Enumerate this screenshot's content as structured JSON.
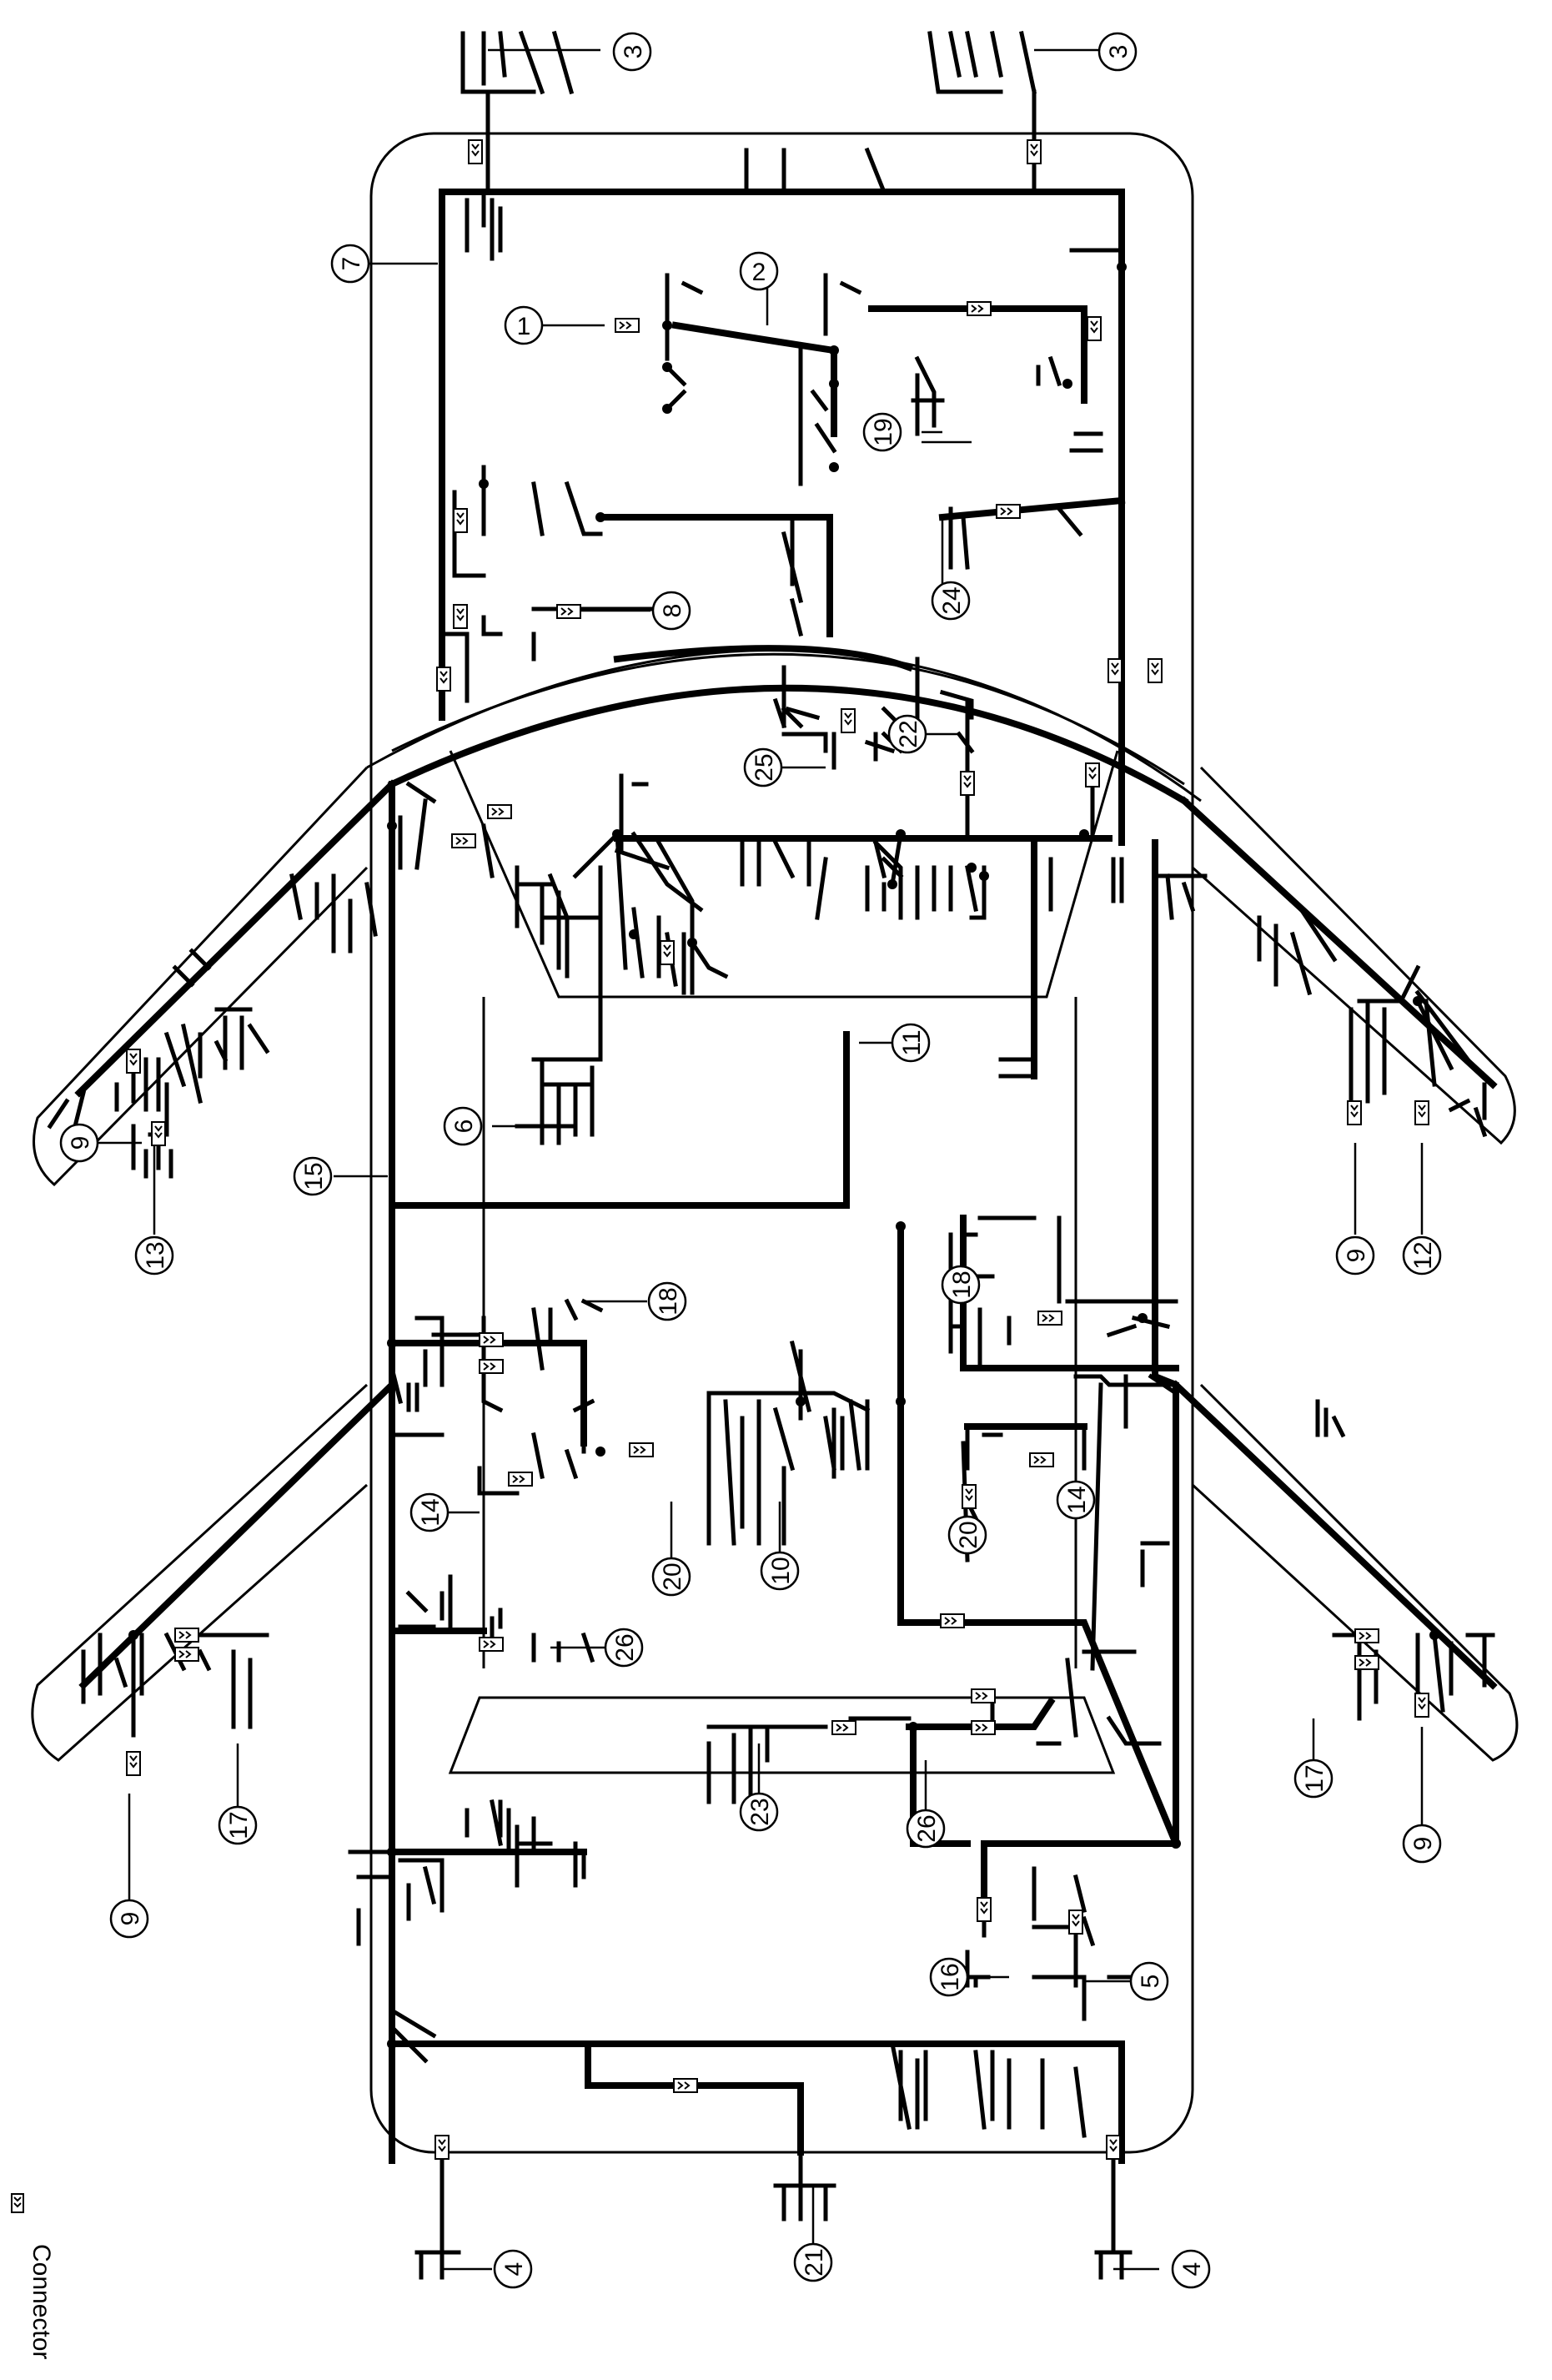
{
  "legend": {
    "connector_label": "Connector"
  },
  "callouts": [
    "1",
    "2",
    "3",
    "3",
    "4",
    "4",
    "5",
    "6",
    "7",
    "8",
    "9",
    "9",
    "9",
    "9",
    "10",
    "11",
    "12",
    "13",
    "14",
    "14",
    "15",
    "16",
    "17",
    "17",
    "18",
    "18",
    "19",
    "20",
    "20",
    "21",
    "22",
    "23",
    "24",
    "25",
    "26",
    "26"
  ],
  "colors": {
    "line": "#000000",
    "background": "#ffffff"
  }
}
